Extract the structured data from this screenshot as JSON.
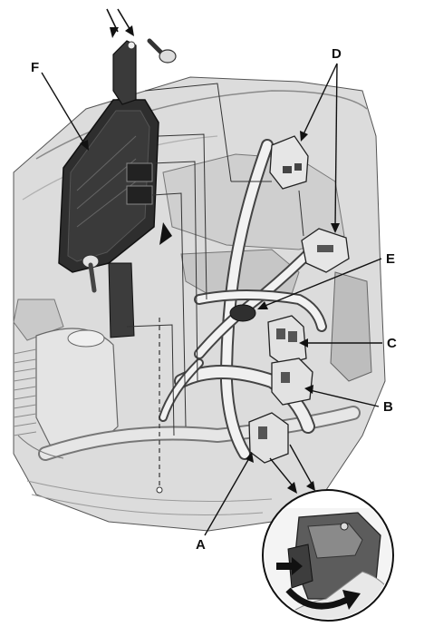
{
  "callouts": {
    "a": "A",
    "b": "B",
    "c": "C",
    "d": "D",
    "e": "E",
    "f": "F"
  },
  "colors": {
    "line": "#1a1a1a",
    "engine_fill": "#d9d9d9",
    "engine_light": "#ececec",
    "engine_dark": "#9e9e9e",
    "component_dark": "#2b2b2b",
    "background": "#ffffff"
  },
  "icons": [
    "arrow-down-left-icon",
    "arrow-down-right-icon",
    "rotate-arrow-icon"
  ]
}
